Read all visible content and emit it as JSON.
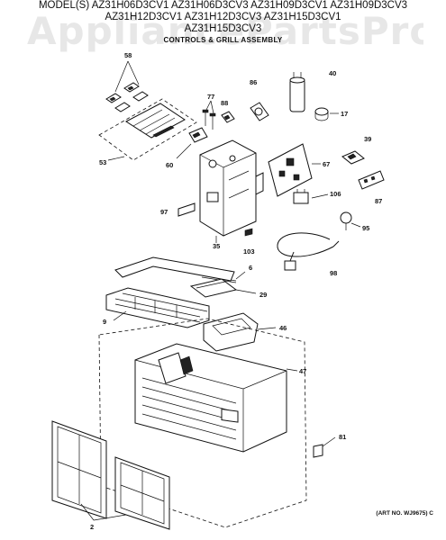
{
  "watermark": "AppliancePartsPros.com",
  "header": {
    "models_line1": "MODEL(S) AZ31H06D3CV1  AZ31H06D3CV3  AZ31H09D3CV1  AZ31H09D3CV3",
    "models_line2": "AZ31H12D3CV1  AZ31H12D3CV3  AZ31H15D3CV1",
    "models_line3": "AZ31H15D3CV3",
    "section_title": "CONTROLS & GRILL ASSEMBLY"
  },
  "callouts": [
    "58",
    "77",
    "88",
    "86",
    "40",
    "17",
    "53",
    "60",
    "39",
    "67",
    "97",
    "106",
    "87",
    "95",
    "35",
    "103",
    "6",
    "98",
    "29",
    "9",
    "46",
    "47",
    "81",
    "2"
  ],
  "art_number": "(ART NO. WJ9675) C"
}
